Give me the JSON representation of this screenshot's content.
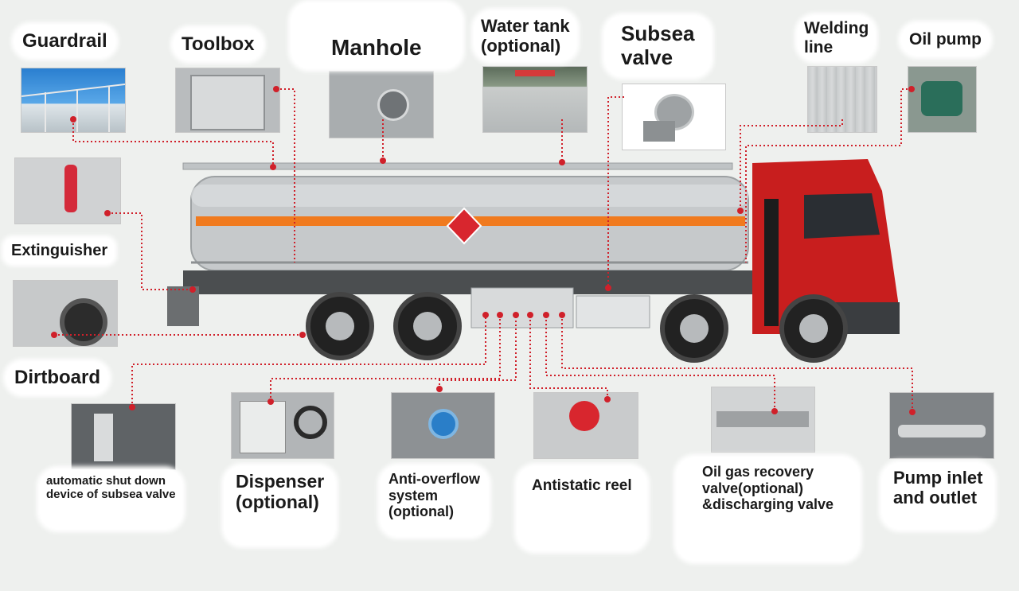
{
  "labels": {
    "guardrail": "Guardrail",
    "toolbox": "Toolbox",
    "manhole": "Manhole",
    "water_tank": [
      "Water tank",
      "(optional)"
    ],
    "subsea_valve": [
      "Subsea",
      "valve"
    ],
    "welding_line": [
      "Welding",
      "line"
    ],
    "oil_pump": "Oil pump",
    "extinguisher": "Extinguisher",
    "dirtboard": "Dirtboard",
    "auto_shutdown": [
      "automatic shut down",
      "device of subsea valve"
    ],
    "dispenser": [
      "Dispenser",
      "(optional)"
    ],
    "anti_overflow": [
      "Anti-overflow",
      "system",
      "(optional)"
    ],
    "antistatic_reel": "Antistatic reel",
    "oil_gas_recovery": [
      "Oil gas recovery",
      "valve(optional)",
      "&discharging valve"
    ],
    "pump_inlet": [
      "Pump inlet",
      "and outlet"
    ]
  },
  "colors": {
    "callout_line": "#d0202a",
    "truck_cab": "#c81e1e",
    "tank_stripe": "#f07a1e"
  }
}
